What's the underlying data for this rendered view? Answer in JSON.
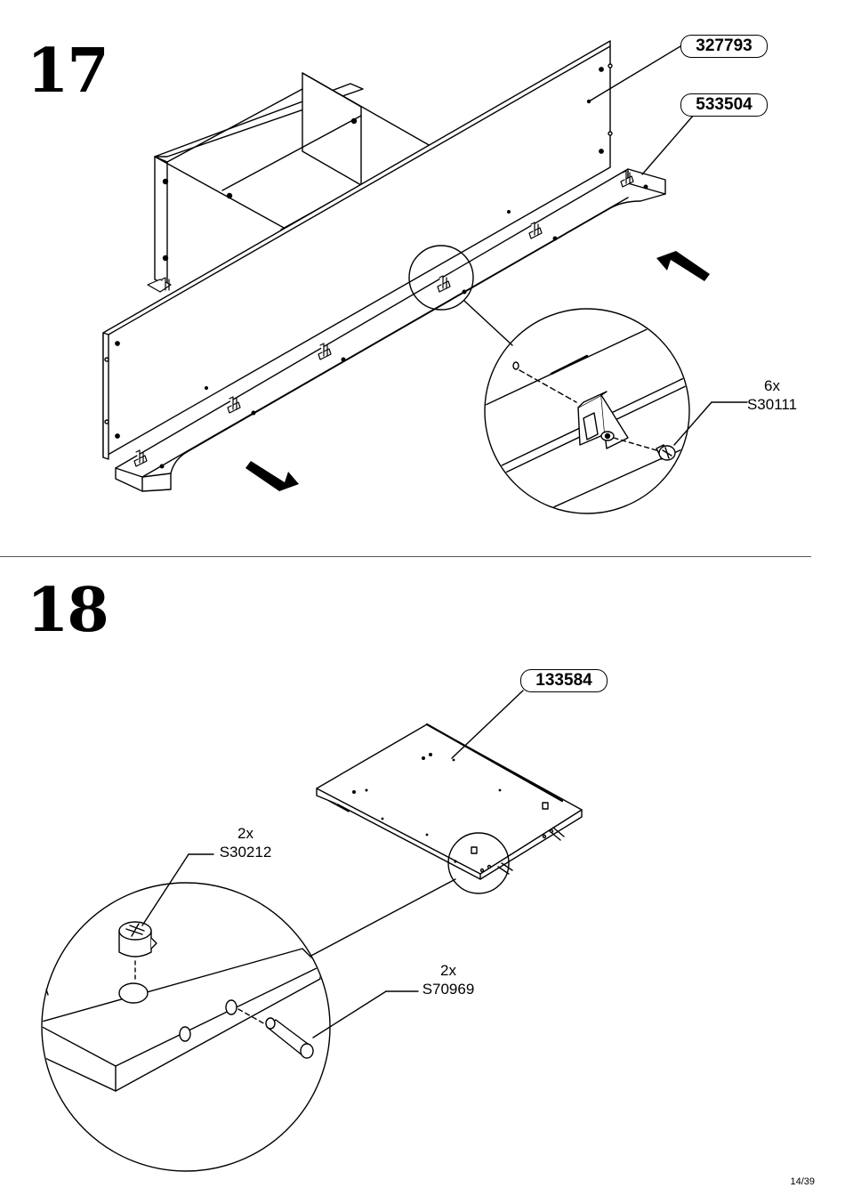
{
  "step17": {
    "number": "17",
    "parts": {
      "back_panel": "327793",
      "plinth": "533504"
    },
    "fitting": {
      "quantity": "6x",
      "code": "S30111"
    }
  },
  "step18": {
    "number": "18",
    "parts": {
      "shelf": "133584"
    },
    "fittings": [
      {
        "quantity": "2x",
        "code": "S30212"
      },
      {
        "quantity": "2x",
        "code": "S70969"
      }
    ]
  },
  "page": "14/39"
}
